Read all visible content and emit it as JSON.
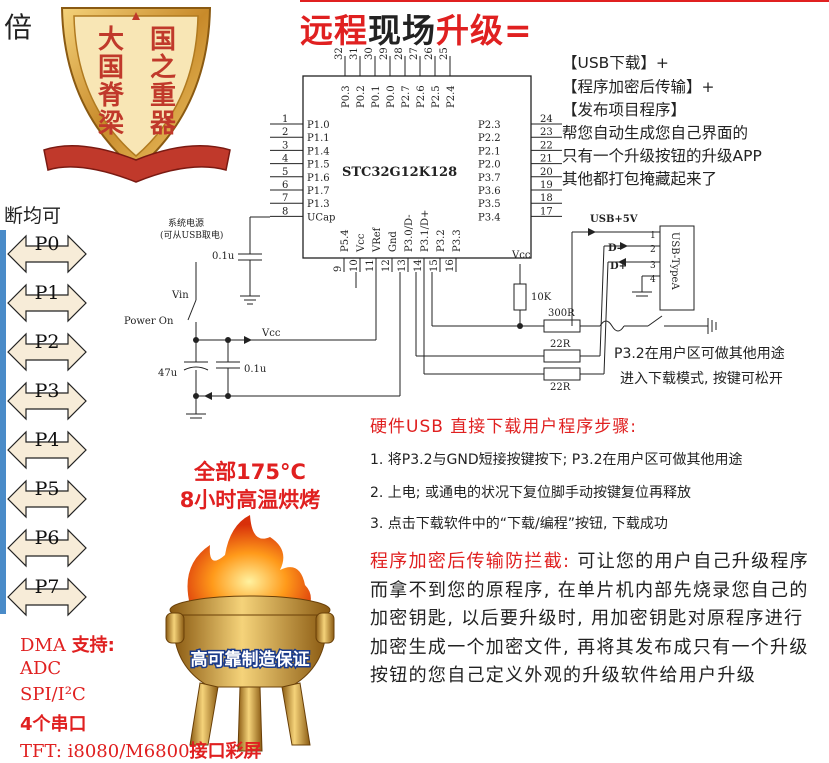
{
  "header": {
    "title_part1": "远程",
    "title_part2": "现场",
    "title_part3": "升级=",
    "left_fragment": "倍",
    "side_fragment": "断均可"
  },
  "badge": {
    "left_text": "大国脊梁",
    "right_text": "国之重器"
  },
  "features": [
    "【USB下载】+",
    "【程序加密后传输】+",
    "【发布项目程序】",
    "帮您自动生成您自己界面的",
    "只有一个升级按钮的升级APP",
    "其他都打包掩藏起来了"
  ],
  "schematic": {
    "chip_name": "STC32G12K128",
    "top_pin_numbers": [
      "32",
      "31",
      "30",
      "29",
      "28",
      "27",
      "26",
      "25"
    ],
    "top_pin_names": [
      "P0.3",
      "P0.2",
      "P0.1",
      "P0.0",
      "P2.7",
      "P2.6",
      "P2.5",
      "P2.4"
    ],
    "left_pin_numbers": [
      "1",
      "2",
      "3",
      "4",
      "5",
      "6",
      "7",
      "8"
    ],
    "left_pin_names": [
      "P1.0",
      "P1.1",
      "P1.4",
      "P1.5",
      "P1.6",
      "P1.7",
      "P1.3",
      "UCap"
    ],
    "right_pin_numbers": [
      "24",
      "23",
      "22",
      "21",
      "20",
      "19",
      "18",
      "17"
    ],
    "right_pin_names": [
      "P2.3",
      "P2.2",
      "P2.1",
      "P2.0",
      "P3.7",
      "P3.6",
      "P3.5",
      "P3.4"
    ],
    "bottom_pin_numbers": [
      "9",
      "10",
      "11",
      "12",
      "13",
      "14",
      "15",
      "16"
    ],
    "bottom_pin_names": [
      "P5.4",
      "Vcc",
      "VRef",
      "Gnd",
      "P3.0/D-",
      "P3.1/D+",
      "P3.2",
      "P3.3"
    ],
    "sys_power": "系统电源",
    "sys_power_note": "(可从USB取电)",
    "cap_ucap": "0.1u",
    "vin": "Vin",
    "power_on": "Power On",
    "vcc": "Vcc",
    "cap_47": "47u",
    "cap_01": "0.1u",
    "vcc_right": "Vcc",
    "r_10k": "10K",
    "r_300": "300R",
    "r_22a": "22R",
    "r_22b": "22R",
    "usb_5v": "USB+5V",
    "d_minus": "D-",
    "d_plus": "D+",
    "usb_pins": [
      "1",
      "2",
      "3",
      "4"
    ],
    "usb_type": "USB-TypeA",
    "p32_note1": "P3.2在用户区可做其他用途",
    "p32_note2": "进入下载模式, 按键可松开"
  },
  "usb_steps": {
    "caption": "硬件USB 直接下载用户程序步骤:",
    "steps": [
      "1. 将P3.2与GND短接按键按下; P3.2在用户区可做其他用途",
      "2. 上电; 或通电的状况下复位脚手动按键复位再释放",
      "3. 点击下载软件中的“下载/编程”按钮, 下载成功"
    ]
  },
  "encryption": {
    "title": "程序加密后传输防拦截:",
    "body": "可让您的用户自己升级程序而拿不到您的原程序, 在单片机内部先烧录您自己的加密钥匙, 以后要升级时, 用加密钥匙对原程序进行加密生成一个加密文件, 再将其发布成只有一个升级按钮的您自己定义外观的升级软件给用户升级"
  },
  "temperature": {
    "line1": "全部175°C",
    "line2": "8小时高温烘烤",
    "burner_caption": "高可靠制造保证"
  },
  "ports": [
    "P0",
    "P1",
    "P2",
    "P3",
    "P4",
    "P5",
    "P6",
    "P7"
  ],
  "dma": {
    "line1_a": "DMA",
    "line1_b": "支持:",
    "line2": "ADC",
    "line3": "SPI/I²C",
    "line4": "4个串口",
    "line5_a": "TFT: i8080/M6800",
    "line5_b": "接口彩屏"
  },
  "colors": {
    "accent": "#e02020",
    "port_fill": "#f7ecd8",
    "gold": "#d9a535"
  }
}
